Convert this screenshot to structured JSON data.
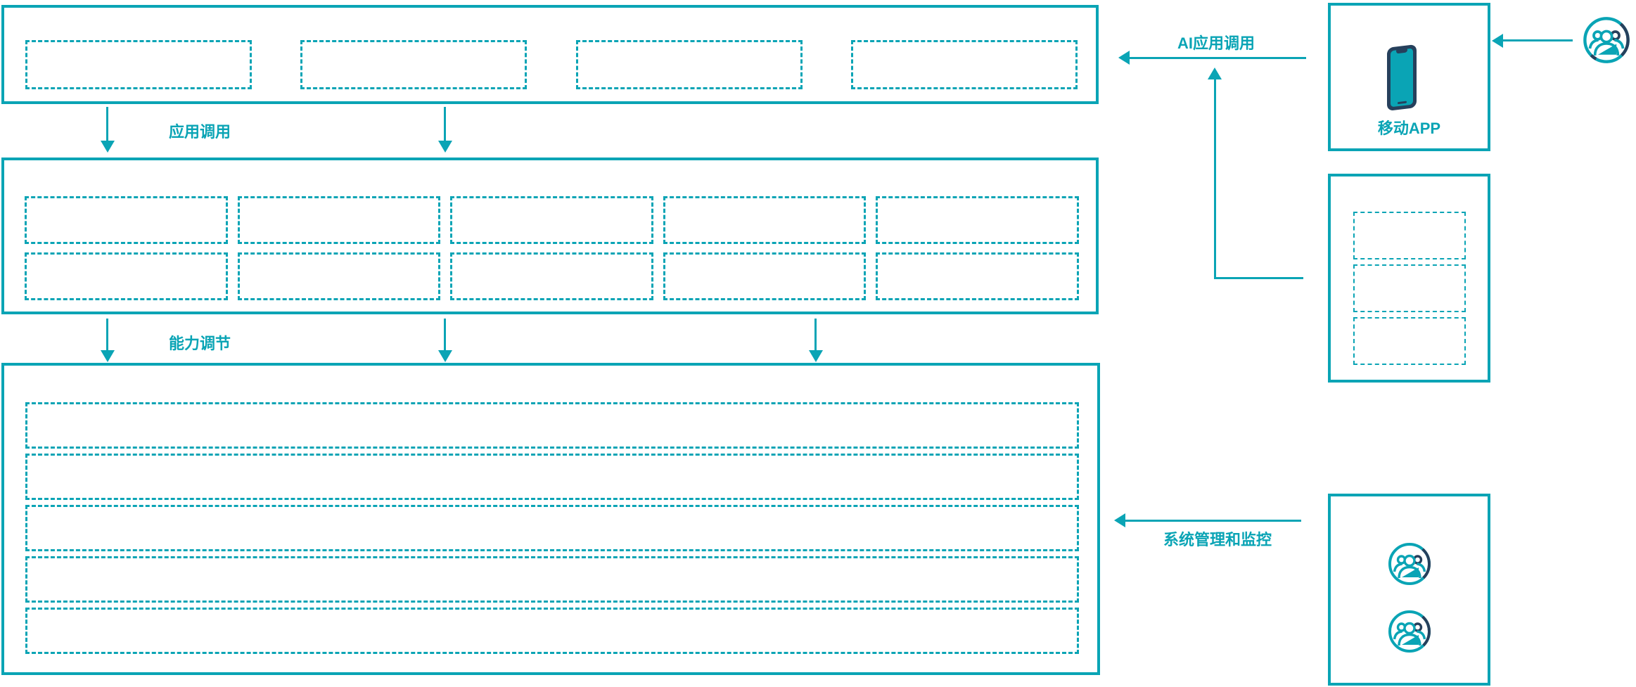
{
  "labels": {
    "app_call": "应用调用",
    "capability_adjust": "能力调节",
    "ai_app_call": "AI应用调用",
    "system_monitor": "系统管理和监控",
    "mobile_app": "移动APP"
  },
  "colors": {
    "accent_teal": "#0aa4b5",
    "icon_navy": "#26405c",
    "background": "#ffffff"
  },
  "icons": {
    "phone": "mobile-phone-icon",
    "user": "users-icon"
  },
  "layout_counts": {
    "app_layer_slots": 4,
    "capability_rows": 2,
    "capability_cols": 5,
    "resource_rows": 5,
    "service_slots": 3,
    "user_icons_bottom": 2
  }
}
